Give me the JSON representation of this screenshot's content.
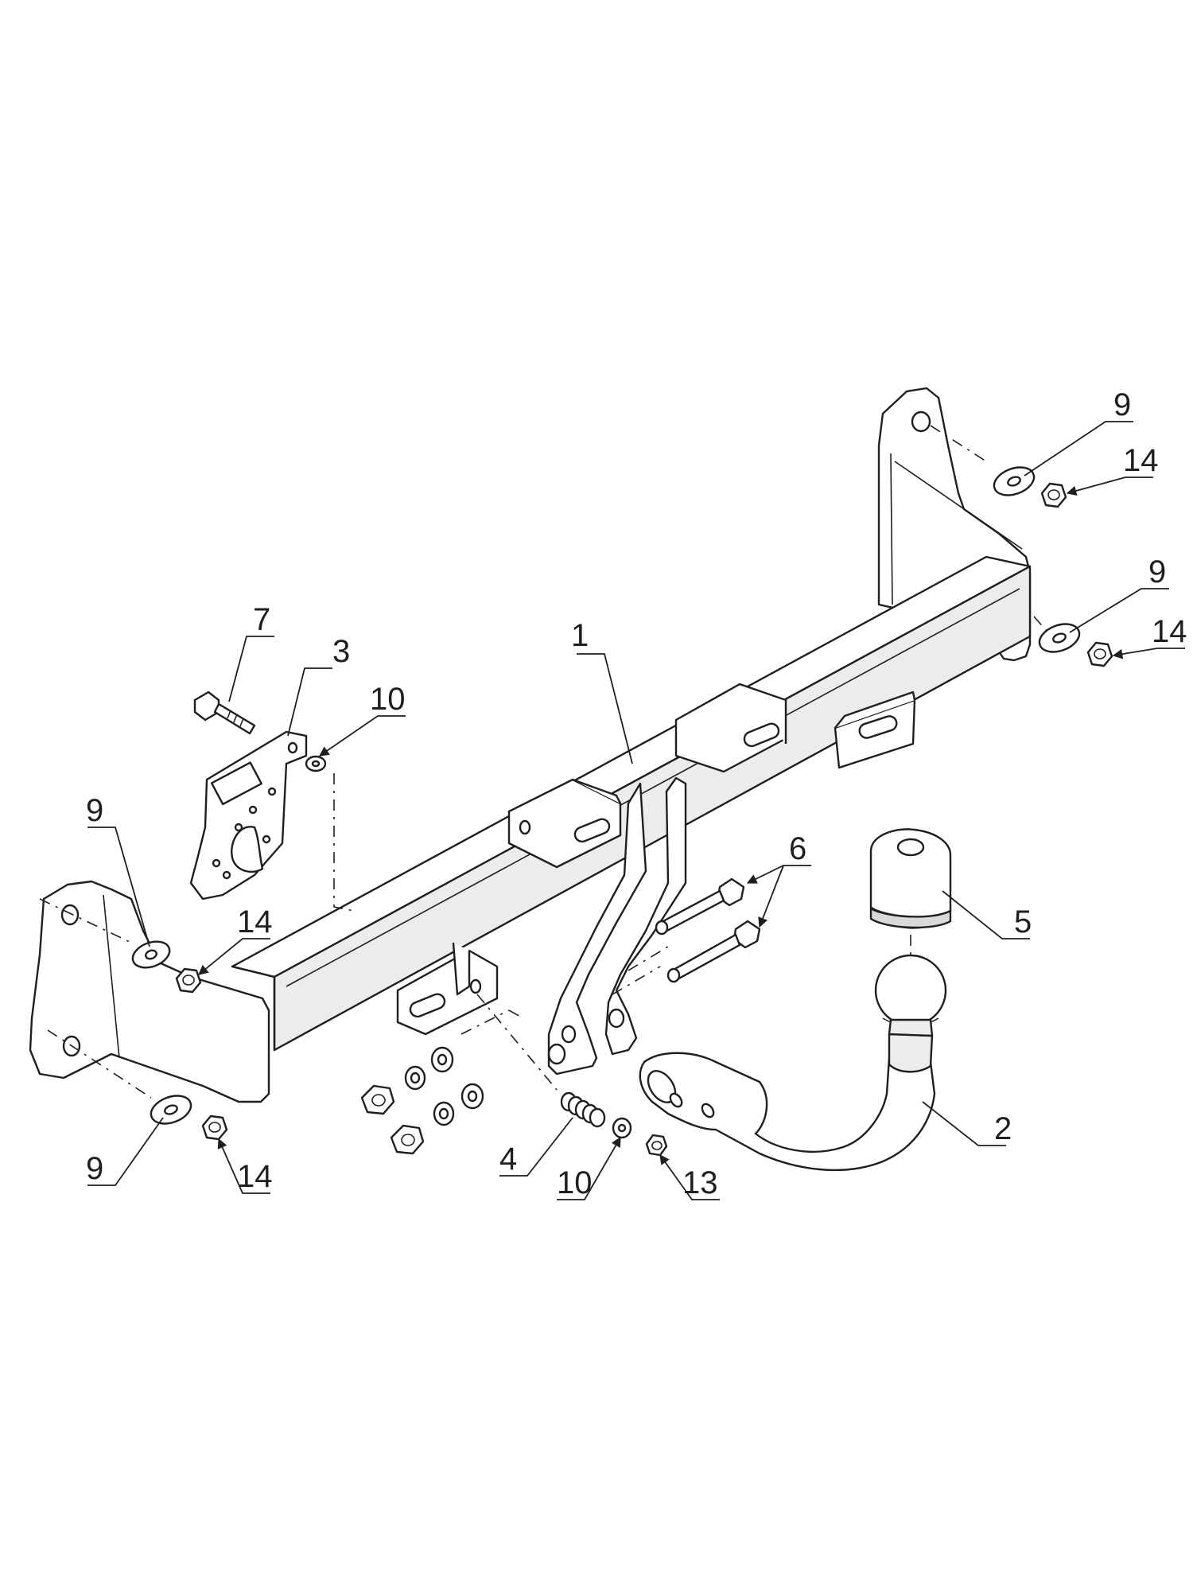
{
  "diagram": {
    "callouts": [
      {
        "id": "c1",
        "label": "1"
      },
      {
        "id": "c2",
        "label": "2"
      },
      {
        "id": "c3",
        "label": "3"
      },
      {
        "id": "c4",
        "label": "4"
      },
      {
        "id": "c5",
        "label": "5"
      },
      {
        "id": "c6",
        "label": "6"
      },
      {
        "id": "c7",
        "label": "7"
      },
      {
        "id": "c9a",
        "label": "9"
      },
      {
        "id": "c9b",
        "label": "9"
      },
      {
        "id": "c9c",
        "label": "9"
      },
      {
        "id": "c9d",
        "label": "9"
      },
      {
        "id": "c10a",
        "label": "10"
      },
      {
        "id": "c10b",
        "label": "10"
      },
      {
        "id": "c13",
        "label": "13"
      },
      {
        "id": "c14a",
        "label": "14"
      },
      {
        "id": "c14b",
        "label": "14"
      },
      {
        "id": "c14c",
        "label": "14"
      },
      {
        "id": "c14d",
        "label": "14"
      }
    ]
  }
}
